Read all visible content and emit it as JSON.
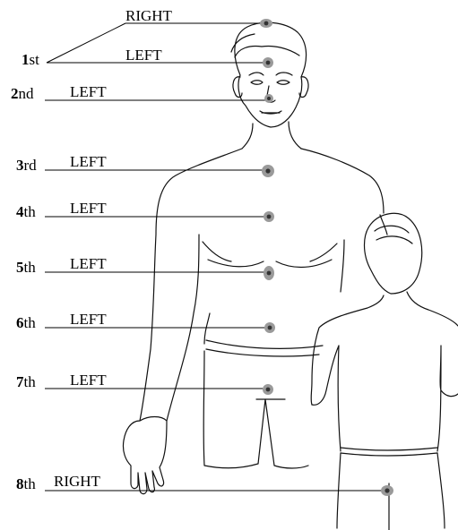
{
  "labels": [
    {
      "ordinal_num": "1",
      "ordinal_suffix": "st",
      "side_upper": "RIGHT",
      "side_lower": "LEFT"
    },
    {
      "ordinal_num": "2",
      "ordinal_suffix": "nd",
      "side": "LEFT"
    },
    {
      "ordinal_num": "3",
      "ordinal_suffix": "rd",
      "side": "LEFT"
    },
    {
      "ordinal_num": "4",
      "ordinal_suffix": "th",
      "side": "LEFT"
    },
    {
      "ordinal_num": "5",
      "ordinal_suffix": "th",
      "side": "LEFT"
    },
    {
      "ordinal_num": "6",
      "ordinal_suffix": "th",
      "side": "LEFT"
    },
    {
      "ordinal_num": "7",
      "ordinal_suffix": "th",
      "side": "LEFT"
    },
    {
      "ordinal_num": "8",
      "ordinal_suffix": "th",
      "side": "RIGHT"
    }
  ],
  "colors": {
    "line": "#000000",
    "point": "#9a9a9a",
    "point_center": "#333333",
    "background": "#ffffff"
  }
}
